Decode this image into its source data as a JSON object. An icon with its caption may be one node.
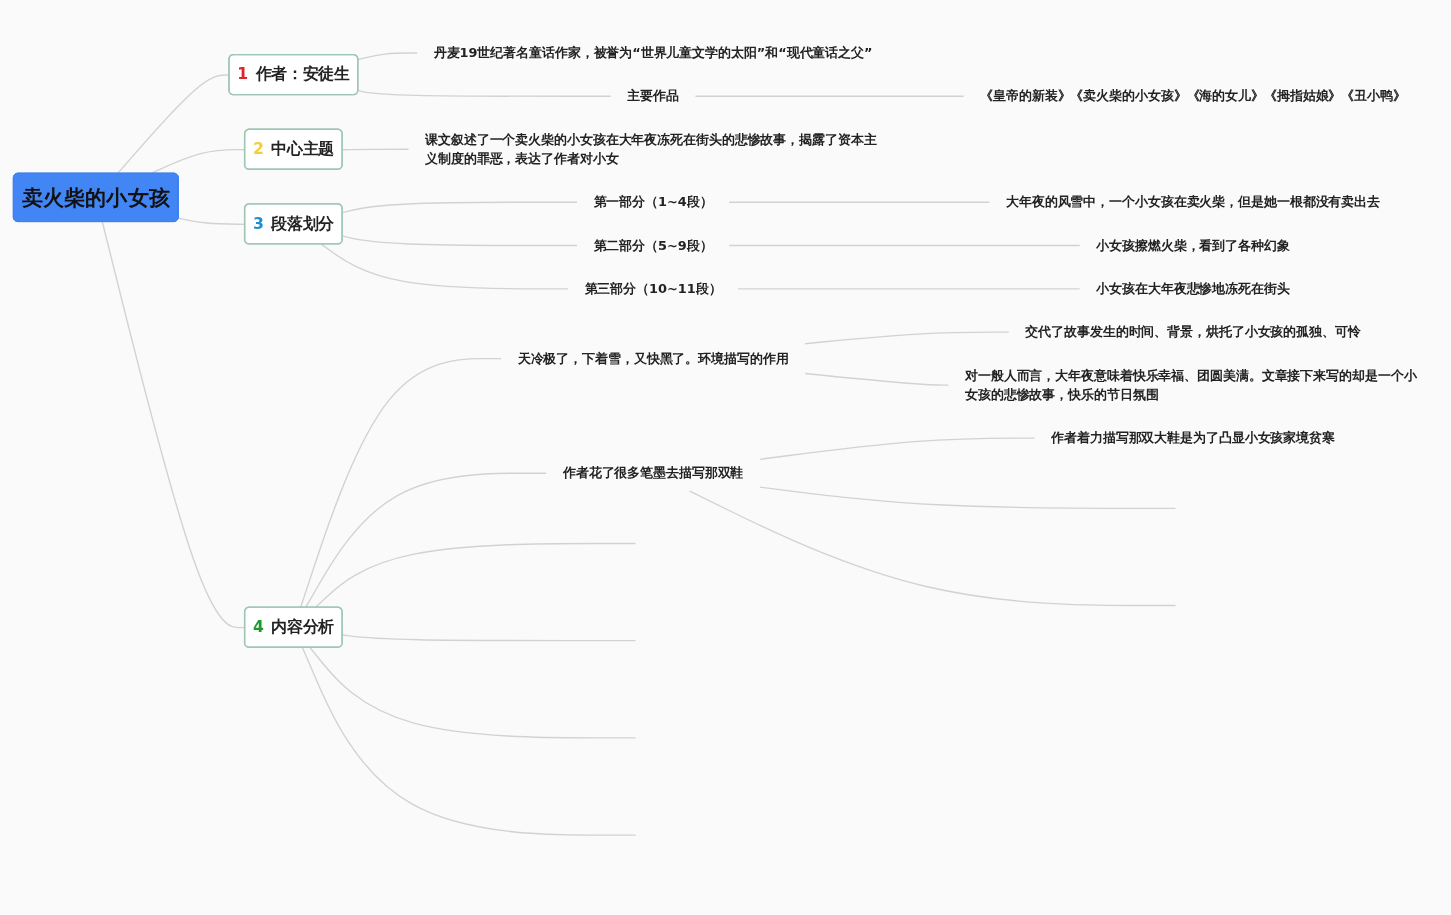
{
  "diagram": {
    "nodes": [
      {
        "text": [
          "卖火柴的小女孩"
        ]
      },
      {
        "text": [
          "1",
          "作者：安徒生"
        ]
      },
      {
        "text": [
          "丹麦19世纪著名童话作家，被誉为“世界儿童文学的太阳”和“现代童话之父”"
        ]
      },
      {
        "text": [
          "主要作品"
        ]
      },
      {
        "text": [
          "《皇帝的新装》《卖火柴的小女孩》《海的女儿》《拇指姑娘》《丑小鸭》"
        ]
      },
      {
        "text": [
          "2",
          "中心主题"
        ]
      },
      {
        "text": [
          "课文叙述了一个卖火柴的小女孩在大年夜冻死在街头的悲惨故事，揭露了资本主义制度的罪恶，表达了作者对小女"
        ]
      },
      {
        "text": [
          "3",
          "段落划分"
        ]
      },
      {
        "text": [
          "第一部分（1~4段）"
        ]
      },
      {
        "text": [
          "大年夜的风雪中，一个小女孩在卖火柴，但是她一根都没有卖出去"
        ]
      },
      {
        "text": [
          "第二部分（5~9段）"
        ]
      },
      {
        "text": [
          "小女孩擦燃火柴，看到了各种幻象"
        ]
      },
      {
        "text": [
          "第三部分（10~11段）"
        ]
      },
      {
        "text": [
          "小女孩在大年夜悲惨地冻死在街头"
        ]
      },
      {
        "text": [
          "4",
          "内容分析"
        ]
      },
      {
        "text": [
          "天冷极了，下着雪，又快黑了。环境描写的作用"
        ]
      },
      {
        "text": [
          "交代了故事发生的时间、背景，烘托了小女孩的孤独、可怜"
        ]
      },
      {
        "text": [
          "对一般人而言，大年夜意味着快乐幸福、团圆美满。文章接下来写的却是一个小女孩的悲惨故事，快乐的节日氛围"
        ]
      },
      {
        "text": [
          "作者花了很多笔墨去描写那双鞋"
        ]
      },
      {
        "text": [
          "作者着力描写那双大鞋是为了凸显小女孩家境贫寒"
        ]
      }
    ],
    "edges": [
      {
        "from": 0,
        "to": 1,
        "arrow": "none"
      },
      {
        "from": 1,
        "to": 2,
        "arrow": "none"
      },
      {
        "from": 1,
        "to": 3,
        "arrow": "none"
      },
      {
        "from": 3,
        "to": 4,
        "arrow": "none"
      },
      {
        "from": 0,
        "to": 5,
        "arrow": "none"
      },
      {
        "from": 5,
        "to": 6,
        "arrow": "none"
      },
      {
        "from": 0,
        "to": 7,
        "arrow": "none"
      },
      {
        "from": 7,
        "to": 8,
        "arrow": "none"
      },
      {
        "from": 8,
        "to": 9,
        "arrow": "none"
      },
      {
        "from": 7,
        "to": 10,
        "arrow": "none"
      },
      {
        "from": 10,
        "to": 11,
        "arrow": "none"
      },
      {
        "from": 7,
        "to": 12,
        "arrow": "none"
      },
      {
        "from": 12,
        "to": 13,
        "arrow": "none"
      },
      {
        "from": 0,
        "to": 14,
        "arrow": "none"
      },
      {
        "from": 14,
        "to": 15,
        "arrow": "none"
      },
      {
        "from": 15,
        "to": 16,
        "arrow": "none"
      },
      {
        "from": 15,
        "to": 17,
        "arrow": "none"
      },
      {
        "from": 14,
        "to": 18,
        "arrow": "none"
      },
      {
        "from": 18,
        "to": 19,
        "arrow": "none"
      },
      {
        "from": 18,
        "to": null,
        "arrow": "none"
      },
      {
        "from": 18,
        "to": null,
        "arrow": "none"
      },
      {
        "from": 14,
        "to": null,
        "arrow": "none"
      },
      {
        "from": 14,
        "to": null,
        "arrow": "none"
      },
      {
        "from": 14,
        "to": null,
        "arrow": "none"
      },
      {
        "from": 14,
        "to": null,
        "arrow": "none"
      }
    ]
  }
}
